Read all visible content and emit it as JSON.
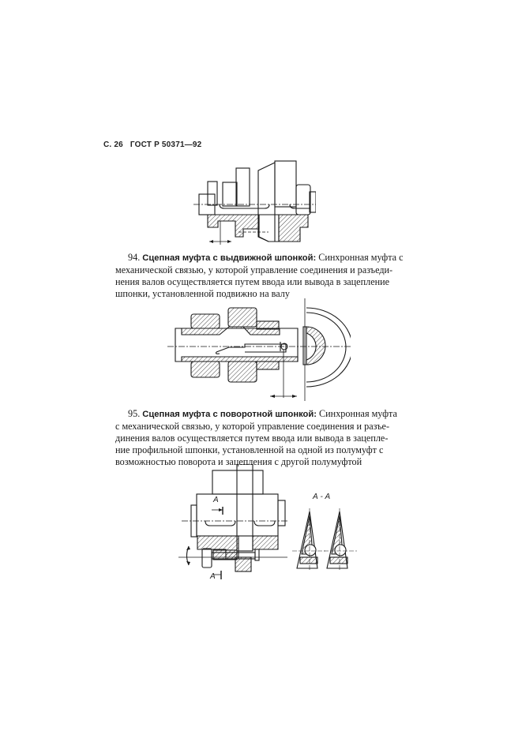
{
  "header": {
    "page": "С. 26",
    "standard": "ГОСТ Р 50371—92"
  },
  "items": [
    {
      "number": "94.",
      "term": "Сцепная муфта с выдвижной шпонкой:",
      "lines": [
        "Синхронная муфта с",
        "механической связью, у которой управление соединения и разъеди-",
        "нения валов осуществляется путем ввода или вывода в зацепление",
        "шпонки, установленной подвижно на валу"
      ]
    },
    {
      "number": "95.",
      "term": "Сцепная муфта с поворотной шпонкой:",
      "lines": [
        "Синхронная муфта",
        "с механической связью, у которой управление соединения и разъе-",
        "динения валов осуществляется путем ввода или вывода в зацепле-",
        "ние профильной шпонки, установленной на одной из  полумуфт с",
        "возможностью  поворота и зацепления с другой полумуфтой"
      ]
    }
  ],
  "figures": {
    "fig93": {
      "description": "clutch-with-sliding-element"
    },
    "fig94": {
      "description": "clutch-with-sliding-key"
    },
    "fig95": {
      "description": "clutch-with-rotary-key",
      "section_mark_top": "A",
      "section_mark_bottom": "A",
      "section_title": "А - А"
    }
  }
}
